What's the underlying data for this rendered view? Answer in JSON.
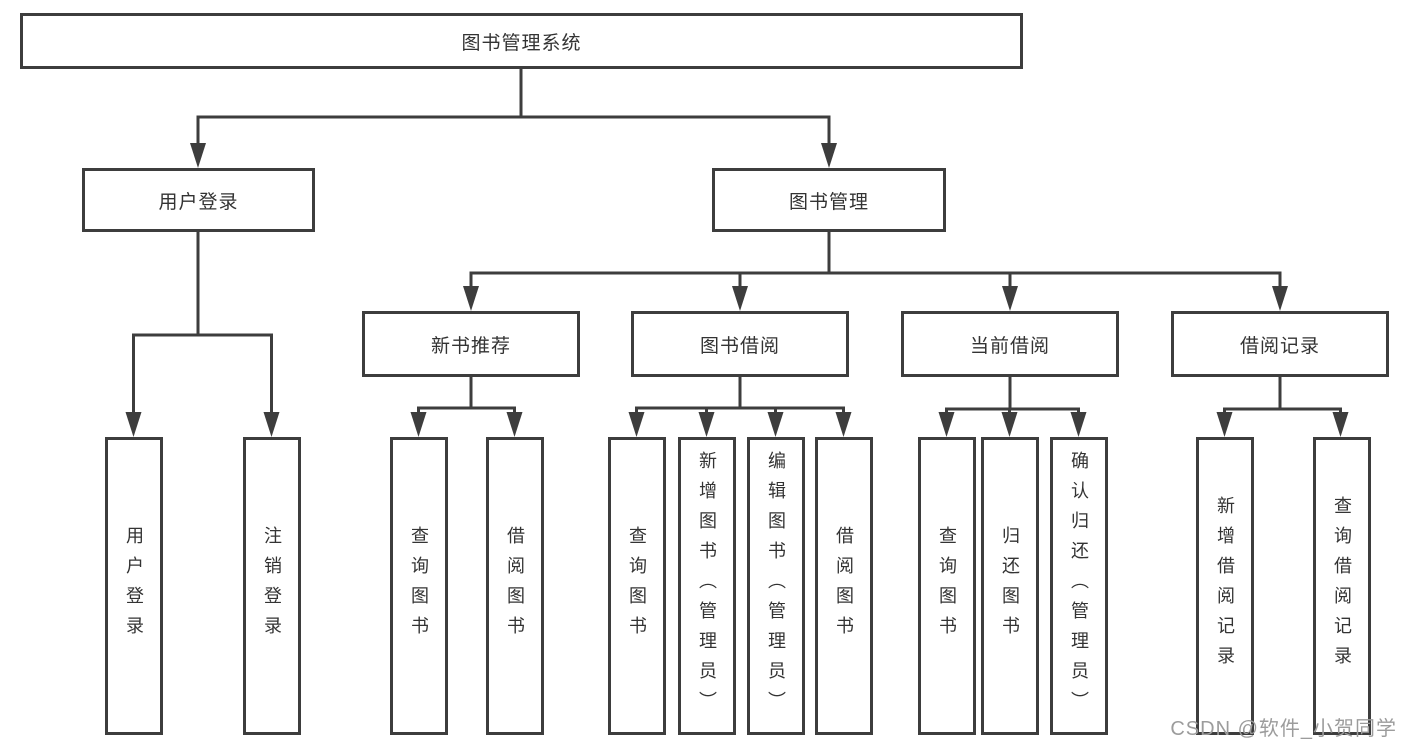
{
  "nodes": {
    "root": {
      "label": "图书管理系统"
    },
    "level2": [
      {
        "label": "用户登录"
      },
      {
        "label": "图书管理"
      }
    ],
    "level3": [
      {
        "label": "新书推荐"
      },
      {
        "label": "图书借阅"
      },
      {
        "label": "当前借阅"
      },
      {
        "label": "借阅记录"
      }
    ],
    "leaves": [
      {
        "label": "用户登录"
      },
      {
        "label": "注销登录"
      },
      {
        "label": "查询图书"
      },
      {
        "label": "借阅图书"
      },
      {
        "label": "查询图书"
      },
      {
        "label": "新增图书（管理员）"
      },
      {
        "label": "编辑图书（管理员）"
      },
      {
        "label": "借阅图书"
      },
      {
        "label": "查询图书"
      },
      {
        "label": "归还图书"
      },
      {
        "label": "确认归还（管理员）"
      },
      {
        "label": "新增借阅记录"
      },
      {
        "label": "查询借阅记录"
      }
    ]
  },
  "watermark": {
    "text": "CSDN @软件_小贺同学"
  },
  "colors": {
    "line": "#3d3d3d",
    "box_border": "#3d3d3d",
    "box_fill": "#ffffff",
    "text": "#333333",
    "watermark": "#9c9c9c",
    "background": "#ffffff"
  }
}
